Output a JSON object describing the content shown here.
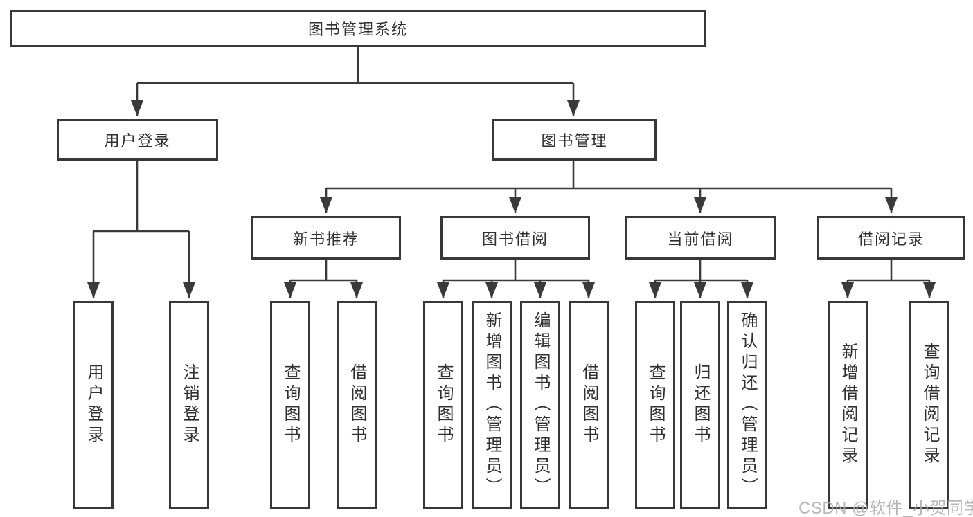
{
  "page": {
    "background": "#ffffff"
  },
  "colors": {
    "line": "#3a3a3a",
    "box_border": "#383838",
    "text": "#303030",
    "watermark": "#ababab"
  },
  "watermark": {
    "text": "CSDN @软件_小贺同学"
  },
  "tree": {
    "label": "图书管理系统",
    "children": [
      {
        "label": "用户登录",
        "children": [
          {
            "label": "用户登录"
          },
          {
            "label": "注销登录"
          }
        ]
      },
      {
        "label": "图书管理",
        "children": [
          {
            "label": "新书推荐",
            "children": [
              {
                "label": "查询图书"
              },
              {
                "label": "借阅图书"
              }
            ]
          },
          {
            "label": "图书借阅",
            "children": [
              {
                "label": "查询图书"
              },
              {
                "label": "新增图书（管理员）"
              },
              {
                "label": "编辑图书（管理员）"
              },
              {
                "label": "借阅图书"
              }
            ]
          },
          {
            "label": "当前借阅",
            "children": [
              {
                "label": "查询图书"
              },
              {
                "label": "归还图书"
              },
              {
                "label": "确认归还（管理员）"
              }
            ]
          },
          {
            "label": "借阅记录",
            "children": [
              {
                "label": "新增借阅记录"
              },
              {
                "label": "查询借阅记录"
              }
            ]
          }
        ]
      }
    ]
  }
}
